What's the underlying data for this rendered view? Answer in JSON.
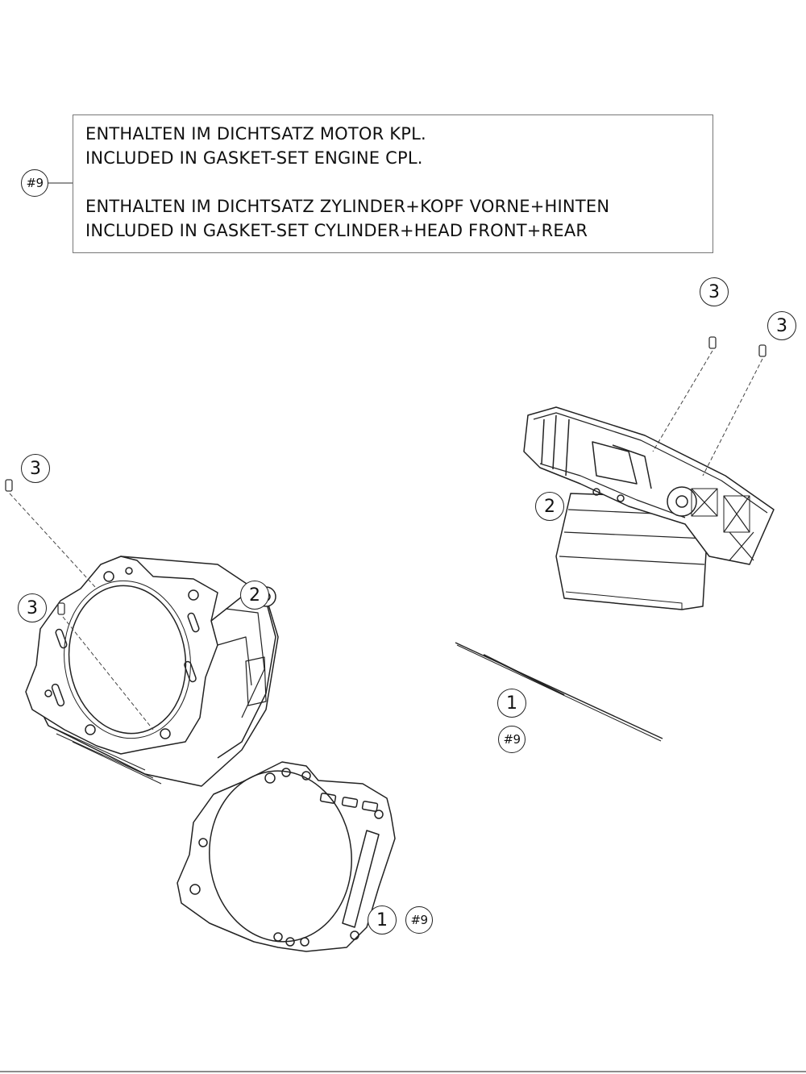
{
  "note": {
    "tag": "#9",
    "lines": [
      "ENTHALTEN IM DICHTSATZ MOTOR KPL.",
      "INCLUDED IN GASKET-SET ENGINE CPL.",
      "ENTHALTEN IM DICHTSATZ ZYLINDER+KOPF VORNE+HINTEN",
      "INCLUDED IN GASKET-SET CYLINDER+HEAD FRONT+REAR"
    ]
  },
  "callouts": {
    "gasket": "1",
    "cylinder": "2",
    "dowel": "3",
    "set_tag": "#9"
  }
}
